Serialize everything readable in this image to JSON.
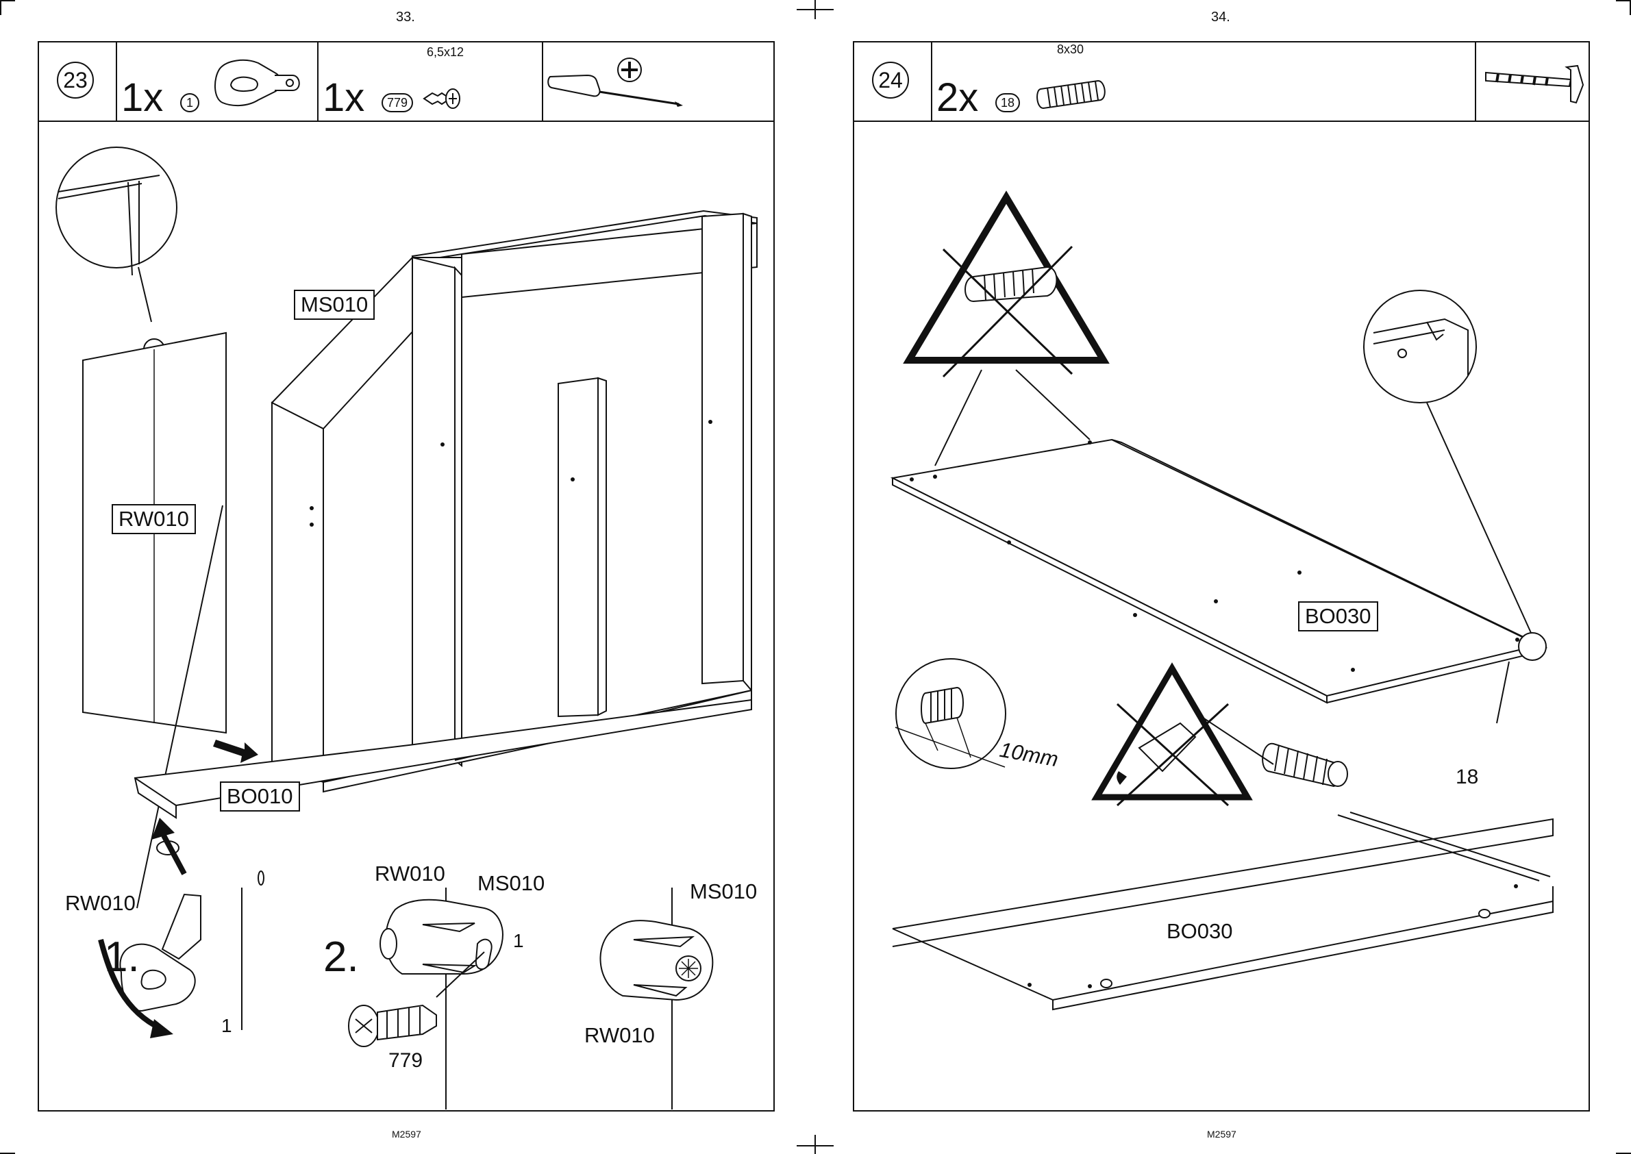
{
  "left_page": {
    "page_number": "33.",
    "footer_code": "M2597",
    "step": {
      "number": "23",
      "parts": [
        {
          "qty": "1x",
          "part_no": "1",
          "icon": "cam-connector-icon"
        },
        {
          "qty": "1x",
          "part_no": "779",
          "size": "6,5x12",
          "icon": "screw-icon"
        }
      ],
      "tool_icons": [
        "screwdriver-icon",
        "phillips-head-icon"
      ]
    },
    "labels": {
      "ms010_box": "MS010",
      "rw010_box": "RW010",
      "bo010_box": "BO010",
      "detail1_rw": "RW010",
      "detail1_part": "1",
      "detail1_step": "1.",
      "detail2_rw": "RW010",
      "detail2_ms": "MS010",
      "detail2_part": "1",
      "detail2_step": "2.",
      "detail2_screw": "779",
      "detail3_ms": "MS010",
      "detail3_rw": "RW010"
    }
  },
  "right_page": {
    "page_number": "34.",
    "footer_code": "M2597",
    "step": {
      "number": "24",
      "parts": [
        {
          "qty": "2x",
          "part_no": "18",
          "size": "8x30",
          "icon": "wooden-dowel-icon"
        }
      ],
      "tool_icons": [
        "hammer-icon"
      ]
    },
    "labels": {
      "bo030_box": "BO030",
      "dowel_part": "18",
      "depth": "10mm",
      "bo030_bottom": "BO030"
    }
  }
}
